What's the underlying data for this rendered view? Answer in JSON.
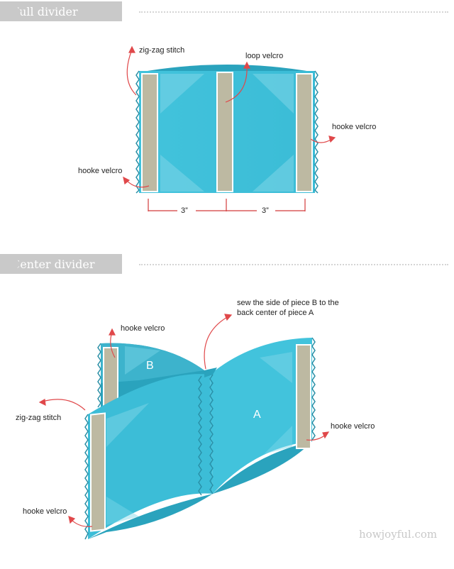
{
  "sections": {
    "full": "Full divider",
    "center": "Center divider"
  },
  "labels": {
    "zigzag_top": "zig-zag stitch",
    "loop_velcro": "loop velcro",
    "hooke_right_top": "hooke velcro",
    "hooke_left_top": "hooke velcro",
    "dim_left": "3”",
    "dim_right": "3”",
    "hooke_b": "hooke velcro",
    "sew_note_1": "sew the side of piece B to the",
    "sew_note_2": "back center of piece A",
    "zigzag_bottom": "zig-zag stitch",
    "hooke_right_bottom": "hooke velcro",
    "hooke_left_bottom": "hooke velcro",
    "piece_a": "A",
    "piece_b": "B"
  },
  "logo": "howjoyful.com",
  "colors": {
    "fabric": "#42c3dc",
    "fabric_dark": "#2aa3bd",
    "velcro": "#bdb9a2",
    "arrow": "#e0484a",
    "banner": "#c9c9c9",
    "dimension": "#d23b3b"
  }
}
